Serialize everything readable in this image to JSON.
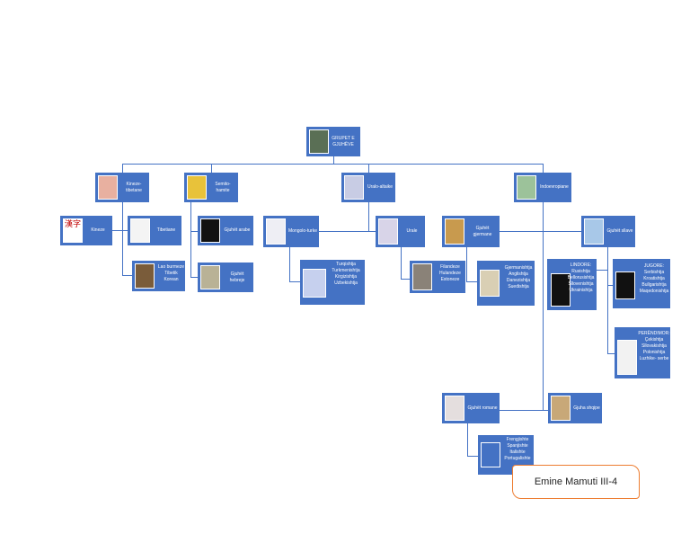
{
  "diagram": {
    "root": {
      "label": "GRUPET E GJUHËVE"
    },
    "level1": {
      "kineze_tibetane": "Kineze-tibetane",
      "semito_hamite": "Semito-hamite",
      "uralo_altaike": "Uralo-altaike",
      "indoevropiane": "Indoevropiane"
    },
    "kineze": {
      "kineze": "Kineze",
      "tibetiane": "Tibetiane",
      "lao_burmeze": [
        "Lao burmeze",
        "Tibetik",
        "Korean"
      ]
    },
    "semito": {
      "arabe": "Gjuhët arabe",
      "hebreje": "Gjuhët hebreje"
    },
    "uralo": {
      "mongolo_turke": "Mongolo-turke",
      "turke_list": [
        "Turqishtja",
        "Turkmenishtja",
        "Kirgizishtja",
        "Uzbekishtja"
      ],
      "urale": "Urale",
      "urale_list": [
        "Filandeze",
        "Hulandeze",
        "Estoneze"
      ]
    },
    "indo": {
      "gjermane": "Gjuhët gjermane",
      "gjermane_list": [
        "Gjermanishtja",
        "Anglishtja",
        "Danezishtja",
        "Suedishtja"
      ],
      "sllave": "Gjuhët sllave",
      "lindore": [
        "LINDORE:",
        "Rusishtja",
        "Bellorusishtja",
        "Sllovenishtja",
        "Ukrainishtja"
      ],
      "jugore": [
        "JUGORE:",
        "Serbishtja",
        "Kroatishtja",
        "Bullgarishtja",
        "Maqedonishtja"
      ],
      "perendimore": [
        "PERËNDIMOR:",
        "Çekishtja",
        "Sllovakishtja",
        "Polonishtja",
        "Luzhike- serbe"
      ],
      "romane": "Gjuhët romane",
      "romane_list": [
        "Frengjishte",
        "Spanjishte",
        "Italishte",
        "Portugalishte"
      ],
      "shqipe": "Gjuha shqipe"
    }
  },
  "signature": "Emine Mamuti III-4",
  "colors": {
    "box": "#4472c4",
    "line": "#4472c4",
    "signature_border": "#ed7d31"
  }
}
